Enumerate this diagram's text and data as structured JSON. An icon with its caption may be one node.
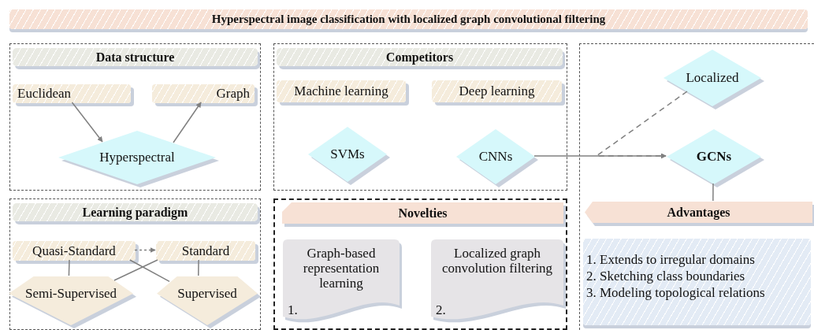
{
  "diagram": {
    "title": "Hyperspectral image classification with localized graph convolutional filtering",
    "nodes": [
      {
        "text": [
          "Data structure"
        ]
      },
      {
        "text": [
          "Euclidean"
        ],
        "in": 0
      },
      {
        "text": [
          "Graph"
        ],
        "in": 0
      },
      {
        "text": [
          "Hyperspectral"
        ],
        "in": 0
      },
      {
        "text": [
          "Competitors"
        ]
      },
      {
        "text": [
          "Machine learning"
        ],
        "in": 4
      },
      {
        "text": [
          "Deep learning"
        ],
        "in": 4
      },
      {
        "text": [
          "SVMs"
        ],
        "in": 4
      },
      {
        "text": [
          "CNNs"
        ],
        "in": 4
      },
      {
        "text": [],
        "shape": "box"
      },
      {
        "text": [
          "Localized"
        ],
        "in": 9
      },
      {
        "text": [
          "GCNs"
        ],
        "in": 9
      },
      {
        "text": [
          "Advantages"
        ],
        "in": 9
      },
      {
        "text": [
          "1. Extends to irregular domains",
          "2. Sketching class boundaries",
          "3. Modeling topological relations"
        ],
        "in": 9
      },
      {
        "text": [
          "Learning paradigm"
        ]
      },
      {
        "text": [
          "Quasi-Standard"
        ],
        "in": 14
      },
      {
        "text": [
          "Standard"
        ],
        "in": 14
      },
      {
        "text": [
          "Semi-Supervised"
        ],
        "in": 14
      },
      {
        "text": [
          "Supervised"
        ],
        "in": 14
      },
      {
        "text": [
          "Novelties"
        ]
      },
      {
        "text": [
          "Graph-based representation learning",
          "1."
        ],
        "in": 19
      },
      {
        "text": [
          "Localized graph convolution filtering",
          "2."
        ],
        "in": 19
      }
    ],
    "edges": [
      {
        "from": 1,
        "to": 3,
        "arrow": "to"
      },
      {
        "from": 3,
        "to": 2,
        "arrow": "to"
      },
      {
        "from": 8,
        "to": 11,
        "arrow": "to"
      },
      {
        "from": 10,
        "to": 11,
        "arrow": "to",
        "style": "dashed"
      },
      {
        "from": 11,
        "to": 12,
        "arrow": "none"
      },
      {
        "from": 15,
        "to": 16,
        "arrow": "to",
        "style": "dashed"
      },
      {
        "from": 15,
        "to": 17,
        "arrow": "none"
      },
      {
        "from": 16,
        "to": 18,
        "arrow": "none"
      },
      {
        "from": 16,
        "to": 17,
        "arrow": "none"
      },
      {
        "from": 15,
        "to": 18,
        "arrow": "none"
      }
    ]
  }
}
